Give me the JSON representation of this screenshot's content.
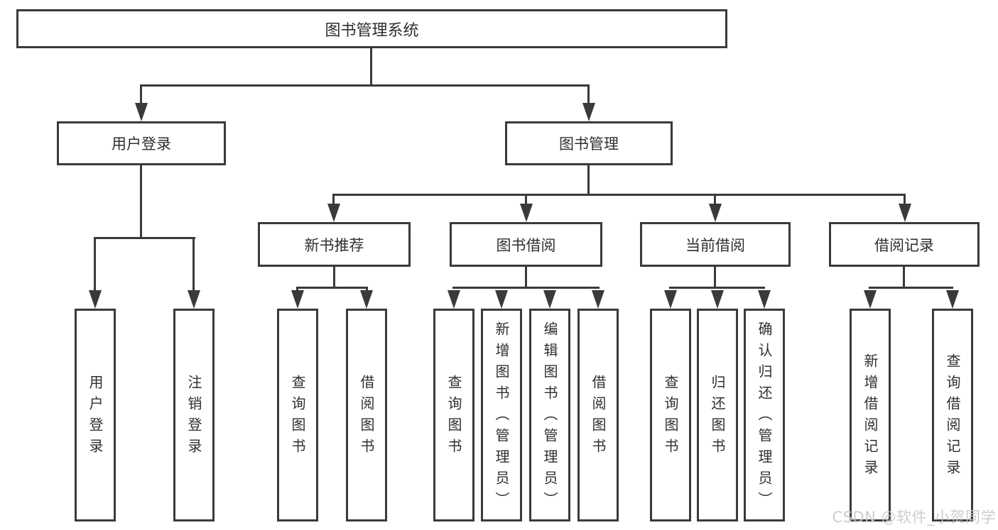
{
  "nodes": {
    "root": "图书管理系统",
    "user_login": "用户登录",
    "book_mgmt": "图书管理",
    "new_books": "新书推荐",
    "book_borrow": "图书借阅",
    "current_borrow": "当前借阅",
    "borrow_records": "借阅记录",
    "leaf_user_login": "用户登录",
    "leaf_logout": "注销登录",
    "leaf_nb_query": "查询图书",
    "leaf_nb_borrow": "借阅图书",
    "leaf_bb_query": "查询图书",
    "leaf_bb_add": "新增图书（管理员）",
    "leaf_bb_edit": "编辑图书（管理员）",
    "leaf_bb_borrow": "借阅图书",
    "leaf_cb_query": "查询图书",
    "leaf_cb_return": "归还图书",
    "leaf_cb_confirm": "确认归还（管理员）",
    "leaf_br_add": "新增借阅记录",
    "leaf_br_query": "查询借阅记录"
  },
  "watermark": "CSDN @软件_小贺同学",
  "colors": {
    "line": "#3a3a3a",
    "text": "#2f2f2f",
    "watermark": "#c9c9c9",
    "background": "#ffffff"
  }
}
